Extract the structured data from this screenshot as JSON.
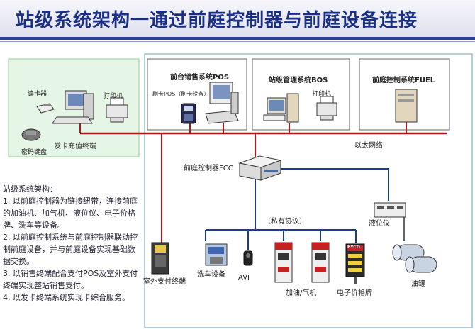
{
  "title": "站级系统架构一通过前庭控制器与前庭设备连接",
  "modules": {
    "pos": "前台销售系统POS",
    "bos": "站级管理系统BOS",
    "fuel": "前庭控制系统FUEL"
  },
  "devices": {
    "card_reader": "读卡器",
    "printer1": "打印机",
    "pin_pad": "密码键盘",
    "card_terminal": "发卡充值终端",
    "card_pos": "刷卡POS（刷卡设备）",
    "printer2": "打印机",
    "ethernet": "以太网络",
    "fcc": "前庭控制器FCC",
    "private_protocol": "（私有协议）",
    "level_gauge": "液位仪",
    "outdoor_terminal": "室外支付终端",
    "car_wash": "洗车设备",
    "avi": "AVI",
    "dispenser": "加油/气机",
    "price_sign": "电子价格牌",
    "price_sign_logo": "BYCO",
    "tank": "油罐"
  },
  "description": {
    "heading": "站级系统架构：",
    "items": [
      "1. 以前庭控制器为链接纽带，连接前庭的加油机、加气机、液位仪、电子价格牌、洗车等设备。",
      "2. 以前庭控制系统与前庭控制器联动控制前庭设备，并与前庭设备实现基础数据交换。",
      "3. 以销售终端配合支付POS及室外支付终端实现整站销售支付。",
      "4. 以发卡终端系统实现卡综合服务。"
    ]
  },
  "colors": {
    "title": "#1b2f86",
    "ethernet_line": "#b01818",
    "private_line": "#1a3a99",
    "green_panel": "#e6f6e6",
    "frame": "#6a9fc2"
  }
}
